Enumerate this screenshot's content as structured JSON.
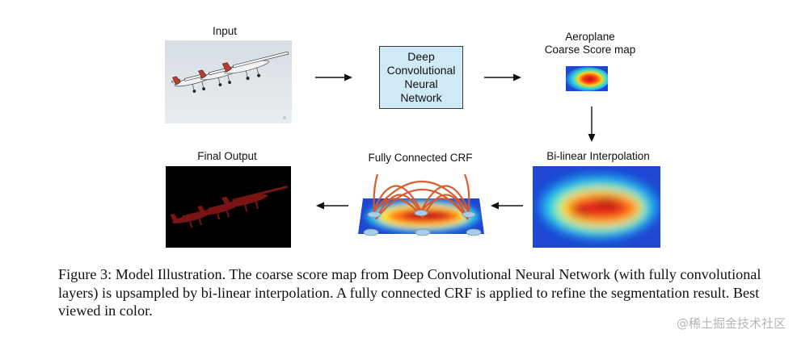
{
  "labels": {
    "input": "Input",
    "coarse_line1": "Aeroplane",
    "coarse_line2": "Coarse Score map",
    "dcnn_line1": "Deep",
    "dcnn_line2": "Convolutional",
    "dcnn_line3": "Neural",
    "dcnn_line4": "Network",
    "bilinear": "Bi-linear Interpolation",
    "crf": "Fully Connected CRF",
    "final": "Final Output"
  },
  "caption": "Figure 3: Model Illustration. The coarse score map from Deep Convolutional Neural Network (with fully convolutional layers) is upsampled by bi-linear interpolation. A fully connected CRF is applied to refine the segmentation result. Best viewed in color.",
  "watermark": "@稀土掘金技术社区",
  "colors": {
    "dcnn_box_fill": "#cfe9f7",
    "heatmap_low": "#1e46d2",
    "heatmap_high": "#c8121e",
    "crf_edges": "#d8562a",
    "segmentation": "#7a1414"
  }
}
